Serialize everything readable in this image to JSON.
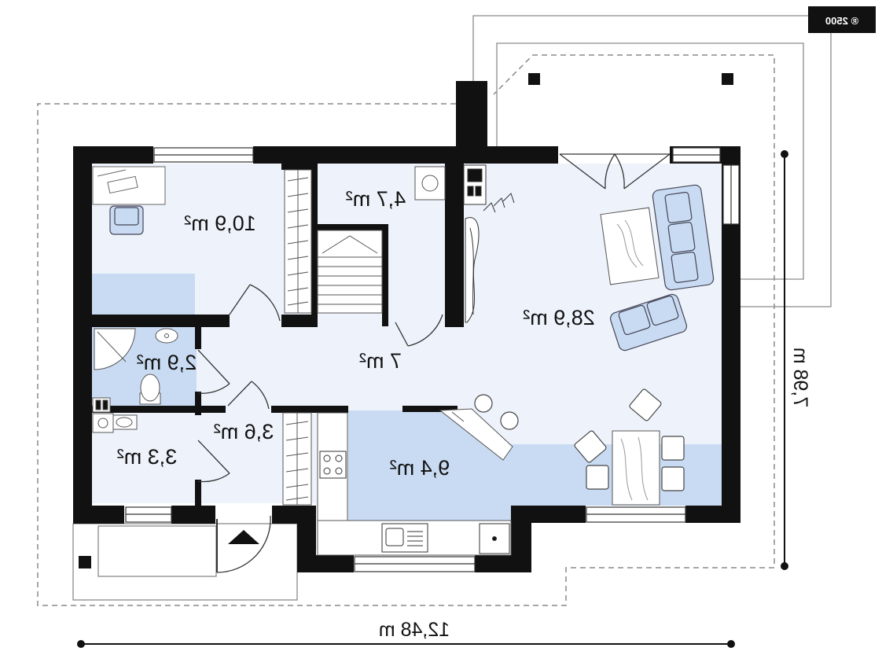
{
  "copyright": "® 2500",
  "dimensions": {
    "width": "12,48 m",
    "depth": "7,98 m"
  },
  "rooms": [
    {
      "id": "bedroom",
      "area": "10,9 m²"
    },
    {
      "id": "laundry",
      "area": "4,7 m²"
    },
    {
      "id": "living-room",
      "area": "28,9 m²"
    },
    {
      "id": "bathroom",
      "area": "2,9 m²"
    },
    {
      "id": "hall",
      "area": "7 m²"
    },
    {
      "id": "wc",
      "area": "3,3 m²"
    },
    {
      "id": "vestibule",
      "area": "3,6 m²"
    },
    {
      "id": "kitchen",
      "area": "9,4 m²"
    }
  ],
  "colors": {
    "wall": "#111111",
    "floor": "#eef3fb",
    "highlight": "#c9dbf2",
    "outline": "#8a8a8a"
  }
}
